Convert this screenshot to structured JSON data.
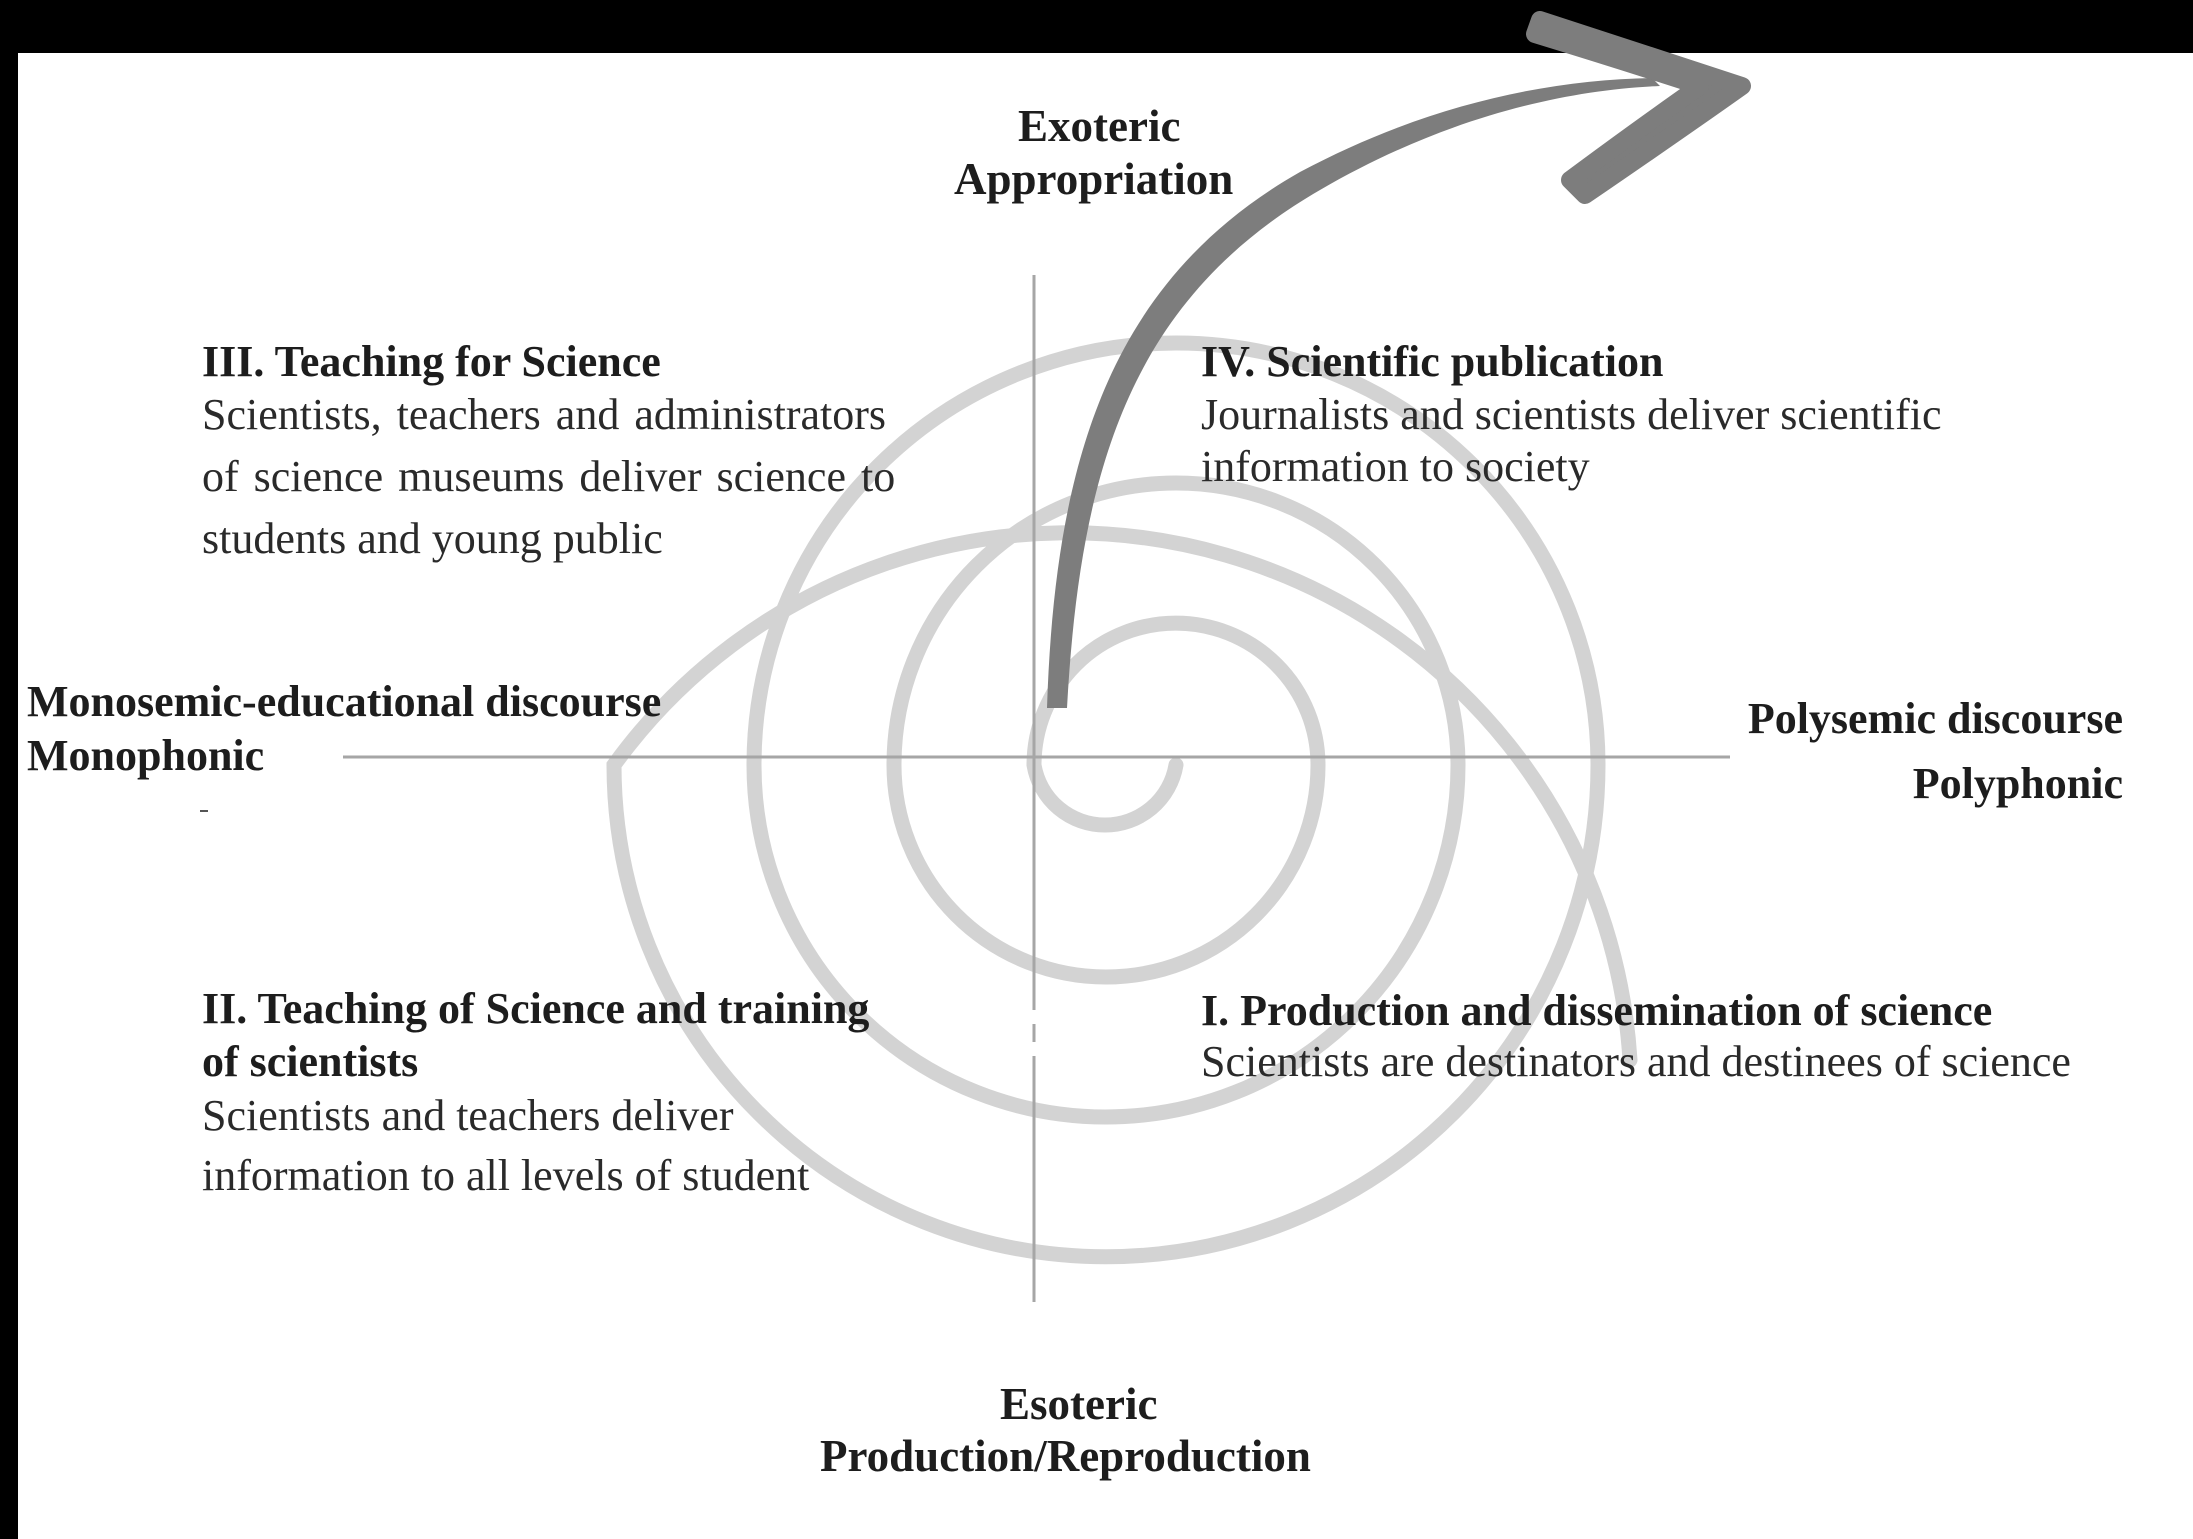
{
  "axis_labels": {
    "top": [
      "Exoteric",
      "Appropriation"
    ],
    "bottom": [
      "Esoteric",
      "Production/Reproduction"
    ],
    "left": [
      "Monosemic-educational discourse",
      "Monophonic"
    ],
    "right": [
      "Polysemic discourse",
      "Polyphonic"
    ]
  },
  "quadrants": {
    "iii": {
      "title": "III. Teaching for Science",
      "lines": [
        "Scientists, teachers and administrators",
        "of science museums deliver science to",
        "students and young public"
      ]
    },
    "iv": {
      "title": "IV. Scientific publication",
      "lines": [
        "Journalists and scientists deliver scientific",
        "information to society"
      ]
    },
    "ii": {
      "title_lines": [
        "II. Teaching of Science and training",
        "of scientists"
      ],
      "lines": [
        "Scientists and teachers deliver",
        "information to all levels of student"
      ]
    },
    "i": {
      "title": "I. Production and dissemination of science",
      "lines": [
        "Scientists are destinators and destinees of science"
      ]
    }
  },
  "colors": {
    "background": "#000000",
    "canvas": "#ffffff",
    "axis": "#a6a6a6",
    "spiral": "#d3d3d3",
    "arrow": "#7d7d7d",
    "text": "#1d1d1d"
  },
  "icons": {
    "arrow": "curved-arrow-icon"
  }
}
